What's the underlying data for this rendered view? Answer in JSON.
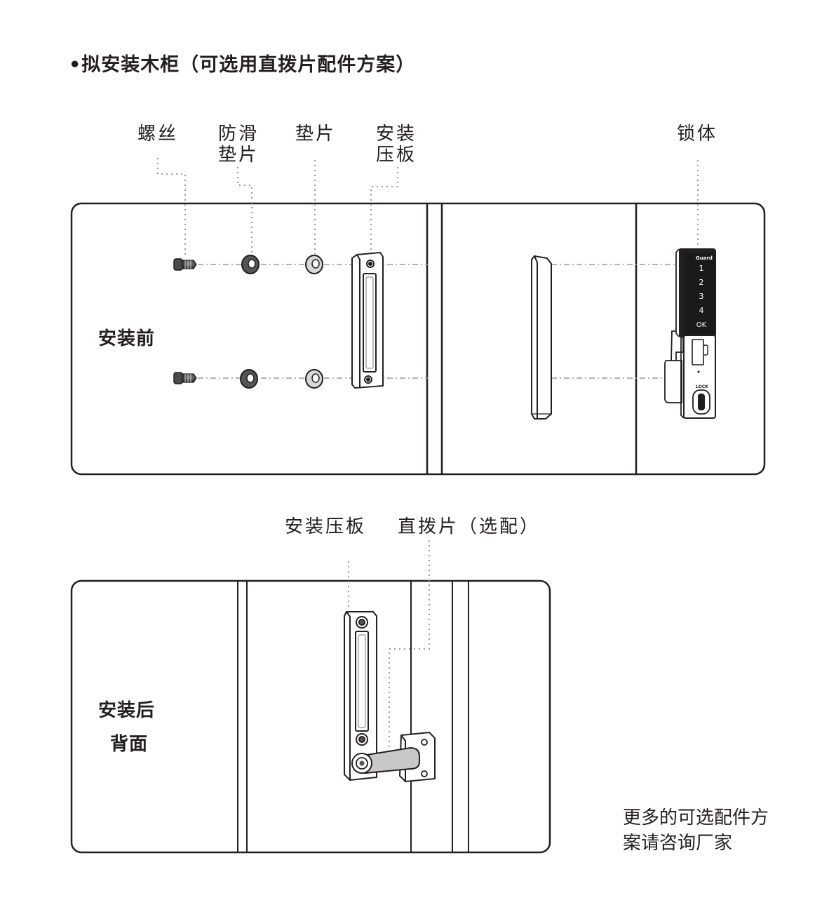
{
  "title": "•拟安装木柜（可选用直拨片配件方案）",
  "top_diagram": {
    "labels": {
      "screw": "螺丝",
      "antislip_washer": "防滑垫片",
      "washer": "垫片",
      "mount_plate": "安装压板",
      "lock_body": "锁体"
    },
    "side_label": "安装前"
  },
  "bottom_diagram": {
    "labels": {
      "mount_plate": "安装压板",
      "lever": "直拨片（选配）"
    },
    "side_label_1": "安装后",
    "side_label_2": "背面"
  },
  "keypad": {
    "brand": "Guard",
    "keys": [
      "1",
      "2",
      "3",
      "4",
      "OK"
    ]
  },
  "note": "更多的可选配件方案请咨询厂家"
}
